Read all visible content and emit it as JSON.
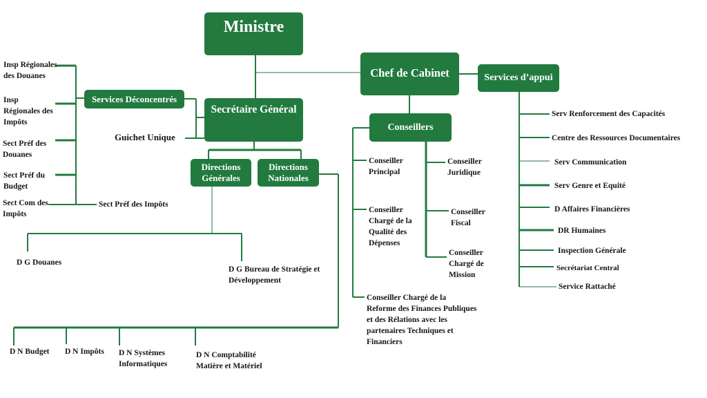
{
  "colors": {
    "box": "#227a3f",
    "line": "#227a3f"
  },
  "boxes": {
    "ministre": "Ministre",
    "chef_cabinet": "Chef de Cabinet",
    "services_appui": "Services d’appui",
    "services_deconcentres": "Services Déconcentrés",
    "secretaire_general": "Secrétaire Général",
    "conseillers": "Conseillers",
    "directions_generales": "Directions Générales",
    "directions_nationales": "Directions Nationales"
  },
  "deconcentres": {
    "insp_douanes": "Insp Régionales des Douanes",
    "insp_impots": "Insp Régionales des Impôts",
    "sect_douanes": "Sect Préf des Douanes",
    "sect_budget": "Sect Préf du Budget",
    "sect_com": "Sect Com des Impôts",
    "sect_impots": "Sect Préf des Impôts",
    "guichet": "Guichet Unique"
  },
  "directions_generales": {
    "douanes": "D G Douanes",
    "bureau": "D G Bureau de Stratégie et Développement"
  },
  "directions_nationales": {
    "budget": "D N Budget",
    "impots": "D N Impôts",
    "systemes": "D N Systèmes Informatiques",
    "comptabilite": "D N Comptabilité Matière et Matériel"
  },
  "conseillers": {
    "principal": "Conseiller Principal",
    "juridique": "Conseiller Juridique",
    "qualite": "Conseiller Chargé de la Qualité des Dépenses",
    "fiscal": "Conseiller Fiscal",
    "mission": "Conseiller Chargé de Mission",
    "reforme": "Conseiller Chargé de la Reforme des Finances Publiques et des Rélations avec les partenaires Techniques et Financiers"
  },
  "services": {
    "renforcement": "Serv Renforcement des Capacités",
    "centre": "Centre des Ressources Documentaires",
    "communication": "Serv Communication",
    "genre": "Serv Genre et Equité",
    "affaires": "D Affaires Financières",
    "rh": "DR Humaines",
    "inspection": "Inspection Générale",
    "secretariat": "Secrétariat Central",
    "rattache": "Service Rattaché"
  }
}
